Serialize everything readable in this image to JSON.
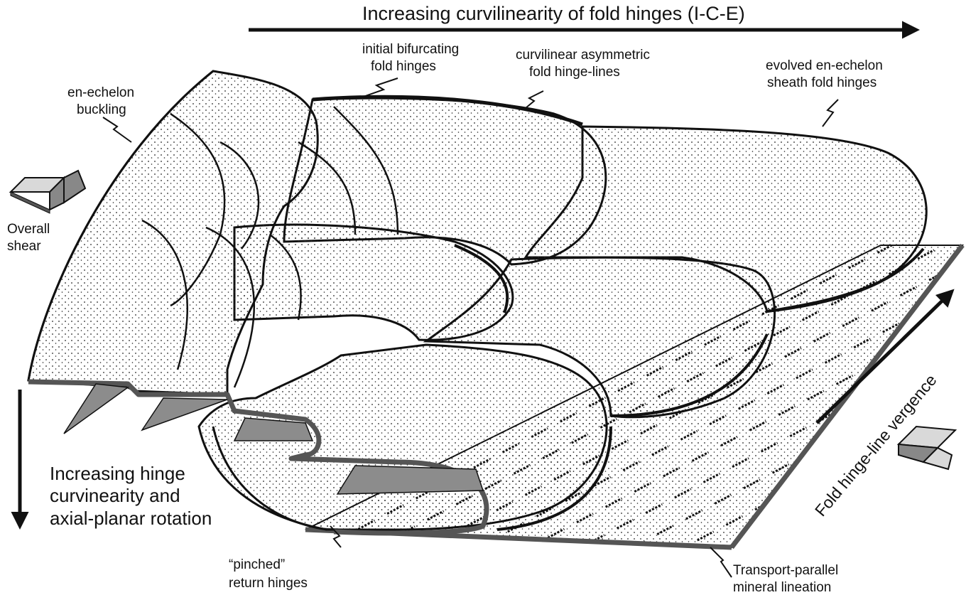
{
  "labels": {
    "top_arrow": "Increasing curvilinearity of fold hinges (I-C-E)",
    "bifurcating_1": "initial bifurcating",
    "bifurcating_2": "fold hinges",
    "asymmetric_1": "curvilinear asymmetric",
    "asymmetric_2": "fold hinge-lines",
    "sheath_1": "evolved en-echelon",
    "sheath_2": "sheath fold hinges",
    "buckling_1": "en-echelon",
    "buckling_2": "buckling",
    "shear_1": "Overall",
    "shear_2": "shear",
    "left_arrow_1": "Increasing hinge",
    "left_arrow_2": "curvinearity and",
    "left_arrow_3": "axial-planar rotation",
    "pinched_1": "“pinched”",
    "pinched_2": "return hinges",
    "lineation_1": "Transport-parallel",
    "lineation_2": "mineral lineation",
    "vergence": "Fold hinge-line vergence"
  },
  "colors": {
    "ink": "#111111",
    "fold_outline": "#555555",
    "wedge_fill": "#8c8c8c",
    "shear_block_light": "#d9d9d9",
    "shear_block_dark": "#888888"
  }
}
